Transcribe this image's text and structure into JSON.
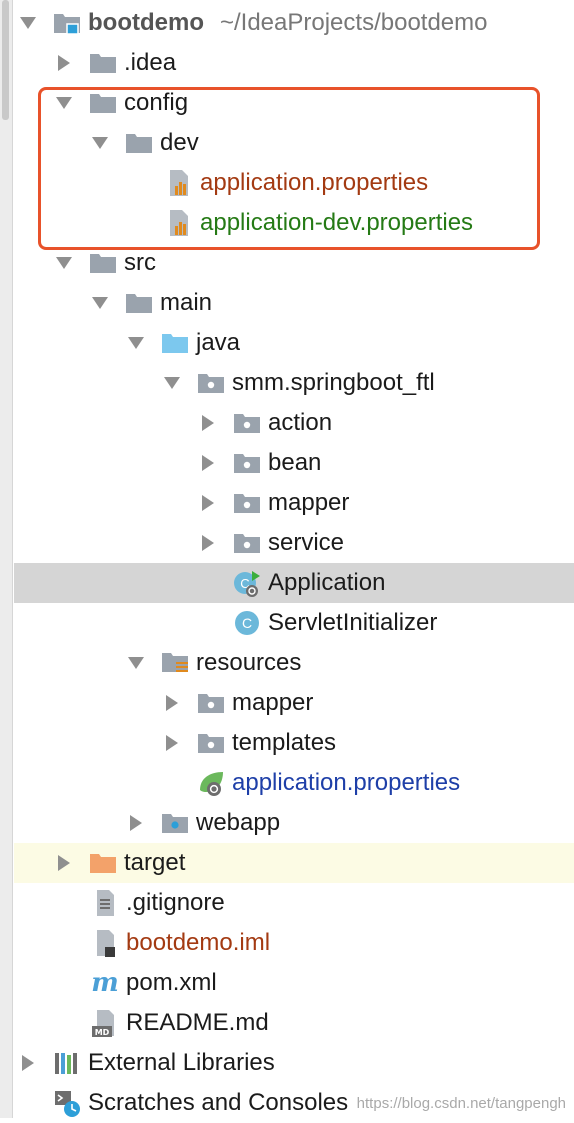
{
  "project": {
    "name": "bootdemo",
    "path": "~/IdeaProjects/bootdemo"
  },
  "tree": {
    "idea": ".idea",
    "config": "config",
    "dev": "dev",
    "app_props_config": "application.properties",
    "app_dev_props": "application-dev.properties",
    "src": "src",
    "main": "main",
    "java": "java",
    "package": "smm.springboot_ftl",
    "action": "action",
    "bean": "bean",
    "mapper_pkg": "mapper",
    "service": "service",
    "application_class": "Application",
    "servlet_initializer": "ServletInitializer",
    "resources": "resources",
    "mapper_res": "mapper",
    "templates": "templates",
    "app_props_resources": "application.properties",
    "webapp": "webapp",
    "target": "target",
    "gitignore": ".gitignore",
    "iml": "bootdemo.iml",
    "pom": "pom.xml",
    "readme": "README.md",
    "external_libraries": "External Libraries",
    "scratches": "Scratches and Consoles"
  },
  "watermark": "https://blog.csdn.net/tangpengh",
  "colors": {
    "highlight_border": "#e8522a",
    "modified_text": "#a33a12",
    "added_text": "#257a15",
    "resource_text": "#1e3fa8",
    "selected_row": "#d5d5d5",
    "excluded_row": "#fcfbe4"
  },
  "icons": {
    "folder": "folder-icon",
    "source_folder": "source-folder-icon",
    "package": "package-icon",
    "resources_folder": "resources-folder-icon",
    "excluded_folder": "excluded-folder-icon",
    "properties": "properties-file-icon",
    "spring_properties": "spring-properties-icon",
    "class": "class-icon",
    "run_class": "run-class-icon",
    "text_file": "text-file-icon",
    "maven": "maven-icon",
    "markdown": "markdown-icon",
    "libraries": "libraries-icon",
    "scratches": "scratches-icon"
  }
}
